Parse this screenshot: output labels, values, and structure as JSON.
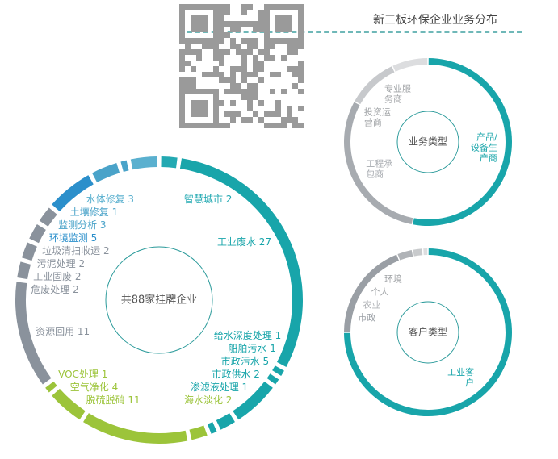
{
  "header": {
    "title": "新三板环保企业业务分布"
  },
  "chart_data": [
    {
      "type": "pie",
      "subtype": "donut",
      "center_label": "共88家挂牌企业",
      "categories": [
        "智慧城市",
        "工业废水",
        "给水深度处理",
        "船舶污水",
        "市政污水",
        "市政供水",
        "渗滤液处理",
        "海水淡化",
        "脱硫脱硝",
        "空气净化",
        "VOC处理",
        "资源回用",
        "危废处理",
        "工业固废",
        "污泥处理",
        "垃圾清扫收运",
        "环境监测",
        "监测分析",
        "土壤修复",
        "水体修复"
      ],
      "values": [
        2,
        27,
        1,
        1,
        5,
        2,
        1,
        2,
        11,
        4,
        1,
        11,
        2,
        2,
        2,
        2,
        5,
        3,
        1,
        3
      ],
      "colors": [
        "#23a9b2",
        "#18a5aa",
        "#18a5aa",
        "#18a5aa",
        "#18a5aa",
        "#18a5aa",
        "#18a5aa",
        "#9cc43a",
        "#9cc43a",
        "#9cc43a",
        "#9cc43a",
        "#8a929c",
        "#8a929c",
        "#8a929c",
        "#8a929c",
        "#8a929c",
        "#2b8fcb",
        "#4aa3c9",
        "#4aa3c9",
        "#5ab0cf"
      ]
    },
    {
      "type": "pie",
      "subtype": "donut",
      "center_label": "业务类型",
      "categories": [
        "产品/设备生产商",
        "工程承包商",
        "投资运营商",
        "专业服务商"
      ],
      "values": [
        53,
        30,
        10,
        7
      ],
      "colors": [
        "#18a5aa",
        "#a7abb0",
        "#c7c9cc",
        "#dcdddf"
      ]
    },
    {
      "type": "pie",
      "subtype": "donut",
      "center_label": "客户类型",
      "categories": [
        "工业客户",
        "市政",
        "农业",
        "个人",
        "环境"
      ],
      "values": [
        75,
        19,
        3,
        2,
        1
      ],
      "colors": [
        "#18a5aa",
        "#9a9fa5",
        "#b0b3b7",
        "#c8cacc",
        "#dcdddf"
      ]
    }
  ]
}
